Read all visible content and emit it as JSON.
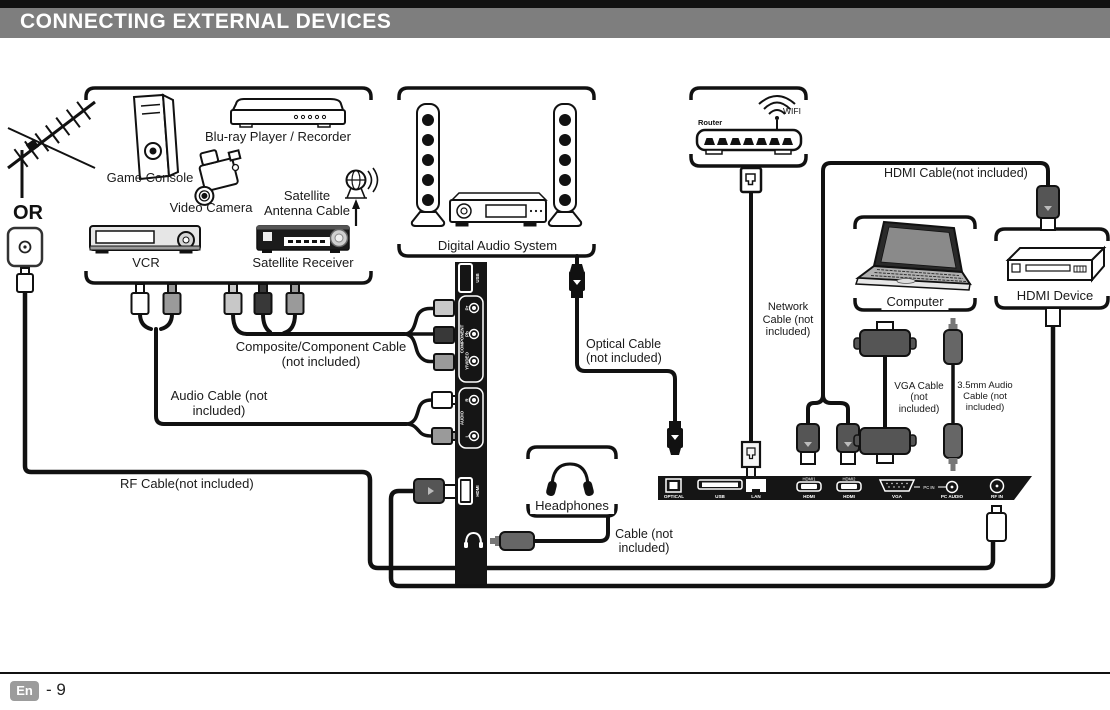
{
  "header": {
    "title": "CONNECTING EXTERNAL DEVICES"
  },
  "left": {
    "or": "OR"
  },
  "groups": {
    "sources": {
      "game_console": "Game Console",
      "bluray": "Blu-ray Player / Recorder",
      "video_camera": "Video Camera",
      "satellite_antenna": "Satellite Antenna Cable",
      "vcr": "VCR",
      "satellite_receiver": "Satellite Receiver"
    },
    "audio_system": {
      "label": "Digital Audio System"
    },
    "router": {
      "name": "Router",
      "wifi": "WIFI"
    },
    "computer": {
      "label": "Computer"
    },
    "hdmi_device": {
      "label": "HDMI Device"
    },
    "headphones": {
      "label": "Headphones"
    }
  },
  "cables": {
    "composite": "Composite/Component Cable (not included)",
    "audio": "Audio Cable (not included)",
    "rf": "RF Cable(not included)",
    "optical": "Optical Cable (not included)",
    "network": "Network Cable (not included)",
    "hdmi": "HDMI Cable(not included)",
    "vga": "VGA Cable (not included)",
    "audio_35mm": "3.5mm Audio Cable (not included)",
    "headphone": "Cable (not included)"
  },
  "side_panel": {
    "usb": "USB",
    "component": "COMPONENT",
    "pr": "Pr",
    "pb": "Pb",
    "y_video": "Y/VIDEO",
    "audio": "AUDIO",
    "r": "R",
    "l": "L",
    "hdmi": "HDMI"
  },
  "rear_panel": {
    "optical": "OPTICAL",
    "usb": "USB",
    "lan": "LAN",
    "hdmi1": "HDMI1",
    "hdmi2": "HDMI2",
    "hdmi_sub": "HDMI",
    "vga": "VGA",
    "pc_in": "PC IN",
    "pc_audio": "PC AUDIO",
    "rf_in": "RF IN"
  },
  "footer": {
    "lang": "En",
    "page": "- 9"
  },
  "colors": {
    "header_bar": "#7E7E7E",
    "line": "#111111",
    "badge": "#9C9C9C"
  }
}
